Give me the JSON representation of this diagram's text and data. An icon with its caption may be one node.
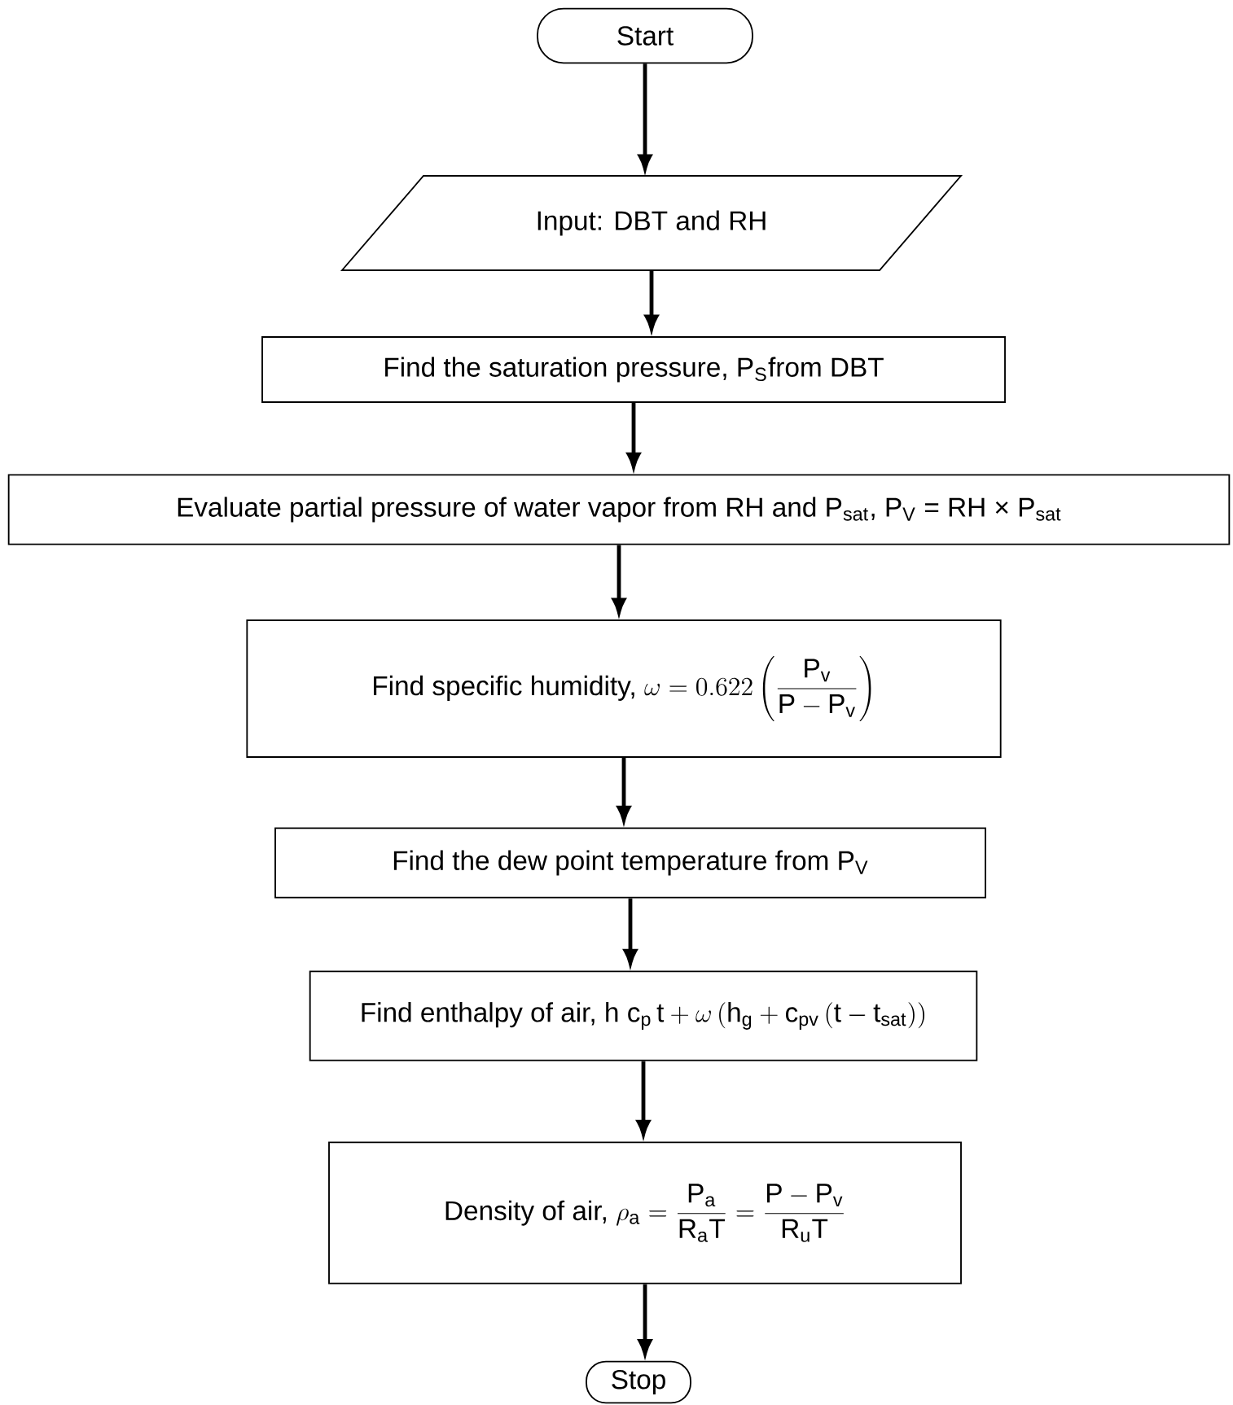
{
  "diagram": {
    "nodes": [
      {
        "text": [
          "Start"
        ]
      },
      {
        "text": [
          "Input: DBT and RH"
        ]
      },
      {
        "text": [
          "Find the saturation pressure, P$_{S}$from DBT"
        ]
      },
      {
        "text": [
          "Evaluate partial pressure of water vapor from RH  and P$_{sat}$, P$_{V}$ = RH × P$_{sat}$"
        ]
      },
      {
        "text": [
          "Find specific humidity,",
          "\\omega = 0.622\\left(\\frac{\\mathrm{P_v}}{\\mathrm{P}-\\mathrm{P_v}}\\right)"
        ]
      },
      {
        "text": [
          "Find the dew point temperature from P$_{V}$"
        ]
      },
      {
        "text": [
          "Find enthalpy of air, h",
          "\\mathrm{c_p}\\,\\mathrm{t}+\\omega\\left(\\mathrm{h_g}+\\mathrm{c_{pv}}\\left(\\mathrm{t}-\\mathrm{t_{sat}}\\right)\\right)"
        ]
      },
      {
        "text": [
          "Density of air,",
          "\\rho_\\mathrm{a}=\\frac{\\mathrm{P_a}}{\\mathrm{R_a T}}=\\frac{\\mathrm{P}-\\mathrm{P_v}}{\\mathrm{R_u T}}"
        ]
      },
      {
        "text": [
          "Stop"
        ]
      }
    ],
    "edges": [
      {
        "from": 0,
        "to": 1,
        "arrow": "to"
      },
      {
        "from": 1,
        "to": 2,
        "arrow": "to"
      },
      {
        "from": 2,
        "to": 3,
        "arrow": "to"
      },
      {
        "from": 3,
        "to": 4,
        "arrow": "to"
      },
      {
        "from": 4,
        "to": 5,
        "arrow": "to"
      },
      {
        "from": 5,
        "to": 6,
        "arrow": "to"
      },
      {
        "from": 6,
        "to": 7,
        "arrow": "to"
      },
      {
        "from": 7,
        "to": 8,
        "arrow": "to"
      }
    ]
  }
}
